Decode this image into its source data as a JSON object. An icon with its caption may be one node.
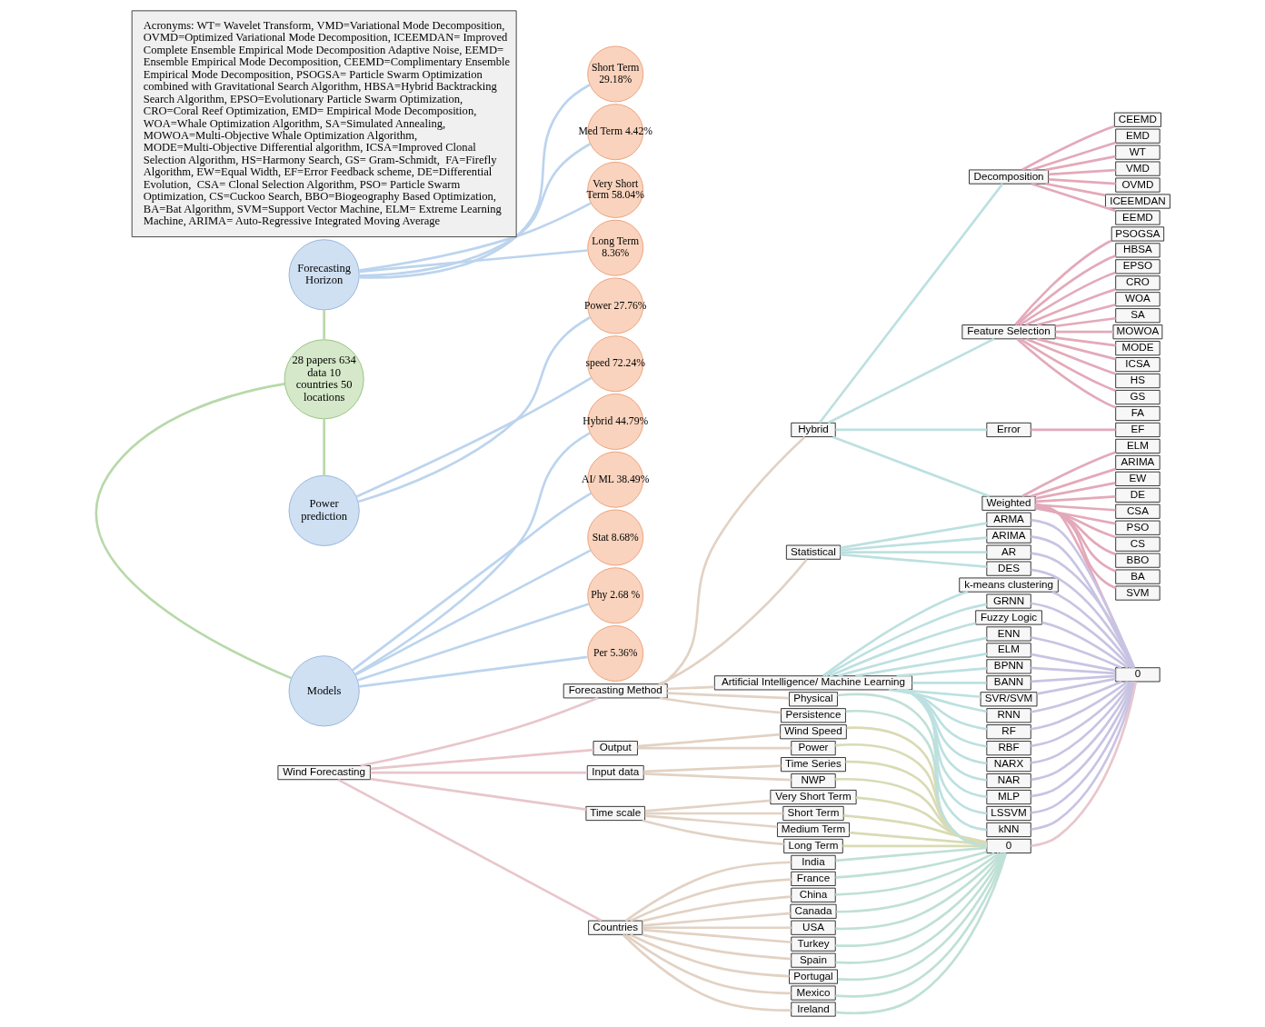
{
  "diagram": {
    "nodes": [
      {
        "text": [
          "Wind Forecasting"
        ]
      },
      {
        "text": [
          "Output"
        ]
      },
      {
        "text": [
          "Input data"
        ]
      },
      {
        "text": [
          "Time scale"
        ]
      },
      {
        "text": [
          "Countries"
        ]
      },
      {
        "text": [
          "Forecasting Method"
        ]
      },
      {
        "text": [
          "Wind Speed"
        ]
      },
      {
        "text": [
          "Power"
        ]
      },
      {
        "text": [
          "Time Series"
        ]
      },
      {
        "text": [
          "NWP"
        ]
      },
      {
        "text": [
          "Very Short Term"
        ]
      },
      {
        "text": [
          "Statistical"
        ]
      },
      {
        "text": [
          "Short Term"
        ]
      },
      {
        "text": [
          "Medium Term"
        ]
      },
      {
        "text": [
          "Long Term"
        ]
      },
      {
        "text": [
          "Hybrid"
        ]
      },
      {
        "text": [
          "Physical"
        ]
      },
      {
        "text": [
          "Persistence"
        ]
      },
      {
        "text": [
          "USA"
        ]
      },
      {
        "text": [
          "Turkey"
        ]
      },
      {
        "text": [
          "Spain"
        ]
      },
      {
        "text": [
          "Portugal"
        ]
      },
      {
        "text": [
          "Mexico"
        ]
      },
      {
        "text": [
          "Ireland"
        ]
      },
      {
        "text": [
          "India"
        ]
      },
      {
        "text": [
          "France"
        ]
      },
      {
        "text": [
          "China"
        ]
      },
      {
        "text": [
          "Canada"
        ]
      },
      {
        "text": [
          "Artificial Intelligence/ Machine Learning"
        ]
      },
      {
        "text": [
          "Decomposition"
        ]
      },
      {
        "text": [
          "Feature Selection"
        ]
      },
      {
        "text": [
          "Error"
        ]
      },
      {
        "text": [
          "Weighted"
        ]
      },
      {
        "text": [
          "DES"
        ]
      },
      {
        "text": [
          "ARMA"
        ]
      },
      {
        "text": [
          "ARIMA"
        ]
      },
      {
        "text": [
          "AR"
        ]
      },
      {
        "text": [
          "SVR/SVM"
        ]
      },
      {
        "text": [
          "RNN"
        ]
      },
      {
        "text": [
          "RF"
        ]
      },
      {
        "text": [
          "RBF"
        ]
      },
      {
        "text": [
          "NARX"
        ]
      },
      {
        "text": [
          "NAR"
        ]
      },
      {
        "text": [
          "MLP"
        ]
      },
      {
        "text": [
          "LSSVM"
        ]
      },
      {
        "text": [
          "kNN"
        ]
      },
      {
        "text": [
          "k-means clustering"
        ]
      },
      {
        "text": [
          "GRNN"
        ]
      },
      {
        "text": [
          "Fuzzy Logic"
        ]
      },
      {
        "text": [
          "ENN"
        ]
      },
      {
        "text": [
          "ELM"
        ]
      },
      {
        "text": [
          "BPNN"
        ]
      },
      {
        "text": [
          "BANN"
        ]
      },
      {
        "text": [
          "0"
        ]
      },
      {
        "text": [
          "WT"
        ]
      },
      {
        "text": [
          "VMD"
        ]
      },
      {
        "text": [
          "OVMD"
        ]
      },
      {
        "text": [
          "ICEEMDAN"
        ]
      },
      {
        "text": [
          "EEMD"
        ]
      },
      {
        "text": [
          "CEEMD"
        ]
      },
      {
        "text": [
          "PSOGSA"
        ]
      },
      {
        "text": [
          "HBSA"
        ]
      },
      {
        "text": [
          "EPSO"
        ]
      },
      {
        "text": [
          "CRO"
        ]
      },
      {
        "text": [
          "EMD"
        ]
      },
      {
        "text": [
          "WOA"
        ]
      },
      {
        "text": [
          "SA"
        ]
      },
      {
        "text": [
          "MOWOA"
        ]
      },
      {
        "text": [
          "MODE"
        ]
      },
      {
        "text": [
          "ICSA"
        ]
      },
      {
        "text": [
          "HS"
        ]
      },
      {
        "text": [
          "GS"
        ]
      },
      {
        "text": [
          "FA"
        ]
      },
      {
        "text": [
          "EW"
        ]
      },
      {
        "text": [
          "EF"
        ]
      },
      {
        "text": [
          "DE"
        ]
      },
      {
        "text": [
          "CSA"
        ]
      },
      {
        "text": [
          "PSO"
        ]
      },
      {
        "text": [
          "CS"
        ]
      },
      {
        "text": [
          "BBO"
        ]
      },
      {
        "text": [
          "BA"
        ]
      },
      {
        "text": [
          "SVM"
        ]
      },
      {
        "text": [
          "ELM"
        ]
      },
      {
        "text": [
          "ARIMA"
        ]
      },
      {
        "text": [
          "0"
        ]
      },
      {
        "text": [
          "Short Term 29.18%"
        ]
      },
      {
        "text": [
          "Med Term 4.42%"
        ]
      },
      {
        "text": [
          "Very Short Term 58.04%"
        ]
      },
      {
        "text": [
          "Long Term 8.36%"
        ]
      },
      {
        "text": [
          "Forecasting Horizon"
        ]
      },
      {
        "text": [
          "Hybrid 44.79%"
        ]
      },
      {
        "text": [
          "28 papers 634 data 10 countries 50 locations"
        ]
      },
      {
        "text": [
          "AI/ ML 38.49%"
        ]
      },
      {
        "text": [
          "Power prediction"
        ]
      },
      {
        "text": [
          "Power 27.76%"
        ]
      },
      {
        "text": [
          "Models"
        ]
      },
      {
        "text": [
          "Stat 8.68%"
        ]
      },
      {
        "text": [
          "speed 72.24%"
        ]
      },
      {
        "text": [
          "Phy 2.68 %"
        ]
      },
      {
        "text": [
          "Per 5.36%"
        ]
      }
    ],
    "edges": [
      {
        "from": 0,
        "to": 1,
        "arrow": "none",
        "color": "#e8c6cb"
      },
      {
        "from": 0,
        "to": 2,
        "arrow": "none",
        "color": "#e8c6cb"
      },
      {
        "from": 0,
        "to": 3,
        "arrow": "none",
        "color": "#e8c6cb"
      },
      {
        "from": 0,
        "to": 4,
        "arrow": "none",
        "color": "#e8c6cb"
      },
      {
        "from": 0,
        "to": 5,
        "arrow": "none",
        "color": "#e8c6cb"
      },
      {
        "from": 1,
        "to": 6,
        "arrow": "none",
        "color": "#e2d2c4"
      },
      {
        "from": 1,
        "to": 7,
        "arrow": "none",
        "color": "#e2d2c4"
      },
      {
        "from": 2,
        "to": 8,
        "arrow": "none",
        "color": "#e2d2c4"
      },
      {
        "from": 2,
        "to": 9,
        "arrow": "none",
        "color": "#e2d2c4"
      },
      {
        "from": 3,
        "to": 10,
        "arrow": "none",
        "color": "#e2d2c4"
      },
      {
        "from": 3,
        "to": 12,
        "arrow": "none",
        "color": "#e2d2c4"
      },
      {
        "from": 3,
        "to": 13,
        "arrow": "none",
        "color": "#e2d2c4"
      },
      {
        "from": 3,
        "to": 14,
        "arrow": "none",
        "color": "#e2d2c4"
      },
      {
        "from": 5,
        "to": 11,
        "arrow": "none",
        "color": "#e2d2c4"
      },
      {
        "from": 5,
        "to": 15,
        "arrow": "none",
        "color": "#e2d2c4"
      },
      {
        "from": 5,
        "to": 16,
        "arrow": "none",
        "color": "#e2d2c4"
      },
      {
        "from": 5,
        "to": 17,
        "arrow": "none",
        "color": "#e2d2c4"
      },
      {
        "from": 4,
        "to": 18,
        "arrow": "none",
        "color": "#e2d2c4"
      },
      {
        "from": 4,
        "to": 19,
        "arrow": "none",
        "color": "#e2d2c4"
      },
      {
        "from": 4,
        "to": 20,
        "arrow": "none",
        "color": "#e2d2c4"
      },
      {
        "from": 4,
        "to": 21,
        "arrow": "none",
        "color": "#e2d2c4"
      },
      {
        "from": 4,
        "to": 22,
        "arrow": "none",
        "color": "#e2d2c4"
      },
      {
        "from": 4,
        "to": 23,
        "arrow": "none",
        "color": "#e2d2c4"
      },
      {
        "from": 4,
        "to": 24,
        "arrow": "none",
        "color": "#e2d2c4"
      },
      {
        "from": 4,
        "to": 25,
        "arrow": "none",
        "color": "#e2d2c4"
      },
      {
        "from": 4,
        "to": 26,
        "arrow": "none",
        "color": "#e2d2c4"
      },
      {
        "from": 4,
        "to": 27,
        "arrow": "none",
        "color": "#e2d2c4"
      },
      {
        "from": 5,
        "to": 28,
        "arrow": "none",
        "color": "#e2d2c4"
      },
      {
        "from": 6,
        "to": 53,
        "arrow": "none",
        "color": "#d9dbb4"
      },
      {
        "from": 7,
        "to": 53,
        "arrow": "none",
        "color": "#d9dbb4"
      },
      {
        "from": 8,
        "to": 53,
        "arrow": "none",
        "color": "#d9dbb4"
      },
      {
        "from": 9,
        "to": 53,
        "arrow": "none",
        "color": "#d9dbb4"
      },
      {
        "from": 10,
        "to": 53,
        "arrow": "none",
        "color": "#d9dbb4"
      },
      {
        "from": 12,
        "to": 53,
        "arrow": "none",
        "color": "#d9dbb4"
      },
      {
        "from": 13,
        "to": 53,
        "arrow": "none",
        "color": "#d9dbb4"
      },
      {
        "from": 14,
        "to": 53,
        "arrow": "none",
        "color": "#d9dbb4"
      },
      {
        "from": 16,
        "to": 53,
        "arrow": "none",
        "color": "#bfe0d6"
      },
      {
        "from": 17,
        "to": 53,
        "arrow": "none",
        "color": "#bfe0d6"
      },
      {
        "from": 18,
        "to": 53,
        "arrow": "none",
        "color": "#bfe0d6"
      },
      {
        "from": 19,
        "to": 53,
        "arrow": "none",
        "color": "#bfe0d6"
      },
      {
        "from": 20,
        "to": 53,
        "arrow": "none",
        "color": "#bfe0d6"
      },
      {
        "from": 21,
        "to": 53,
        "arrow": "none",
        "color": "#bfe0d6"
      },
      {
        "from": 22,
        "to": 53,
        "arrow": "none",
        "color": "#bfe0d6"
      },
      {
        "from": 23,
        "to": 53,
        "arrow": "none",
        "color": "#bfe0d6"
      },
      {
        "from": 24,
        "to": 53,
        "arrow": "none",
        "color": "#bfe0d6"
      },
      {
        "from": 25,
        "to": 53,
        "arrow": "none",
        "color": "#bfe0d6"
      },
      {
        "from": 26,
        "to": 53,
        "arrow": "none",
        "color": "#bfe0d6"
      },
      {
        "from": 27,
        "to": 53,
        "arrow": "none",
        "color": "#bfe0d6"
      },
      {
        "from": 15,
        "to": 29,
        "arrow": "none",
        "color": "#bde0e0"
      },
      {
        "from": 15,
        "to": 30,
        "arrow": "none",
        "color": "#bde0e0"
      },
      {
        "from": 15,
        "to": 31,
        "arrow": "none",
        "color": "#bde0e0"
      },
      {
        "from": 15,
        "to": 32,
        "arrow": "none",
        "color": "#bde0e0"
      },
      {
        "from": 11,
        "to": 33,
        "arrow": "none",
        "color": "#bde0e0"
      },
      {
        "from": 11,
        "to": 34,
        "arrow": "none",
        "color": "#bde0e0"
      },
      {
        "from": 11,
        "to": 35,
        "arrow": "none",
        "color": "#bde0e0"
      },
      {
        "from": 11,
        "to": 36,
        "arrow": "none",
        "color": "#bde0e0"
      },
      {
        "from": 28,
        "to": 37,
        "arrow": "none",
        "color": "#bde0e0"
      },
      {
        "from": 28,
        "to": 38,
        "arrow": "none",
        "color": "#bde0e0"
      },
      {
        "from": 28,
        "to": 39,
        "arrow": "none",
        "color": "#bde0e0"
      },
      {
        "from": 28,
        "to": 40,
        "arrow": "none",
        "color": "#bde0e0"
      },
      {
        "from": 28,
        "to": 41,
        "arrow": "none",
        "color": "#bde0e0"
      },
      {
        "from": 28,
        "to": 42,
        "arrow": "none",
        "color": "#bde0e0"
      },
      {
        "from": 28,
        "to": 43,
        "arrow": "none",
        "color": "#bde0e0"
      },
      {
        "from": 28,
        "to": 44,
        "arrow": "none",
        "color": "#bde0e0"
      },
      {
        "from": 28,
        "to": 45,
        "arrow": "none",
        "color": "#bde0e0"
      },
      {
        "from": 28,
        "to": 46,
        "arrow": "none",
        "color": "#bde0e0"
      },
      {
        "from": 28,
        "to": 47,
        "arrow": "none",
        "color": "#bde0e0"
      },
      {
        "from": 28,
        "to": 48,
        "arrow": "none",
        "color": "#bde0e0"
      },
      {
        "from": 28,
        "to": 49,
        "arrow": "none",
        "color": "#bde0e0"
      },
      {
        "from": 28,
        "to": 50,
        "arrow": "none",
        "color": "#bde0e0"
      },
      {
        "from": 28,
        "to": 51,
        "arrow": "none",
        "color": "#bde0e0"
      },
      {
        "from": 28,
        "to": 52,
        "arrow": "none",
        "color": "#bde0e0"
      },
      {
        "from": 29,
        "to": 54,
        "arrow": "none",
        "color": "#e3a9ba"
      },
      {
        "from": 29,
        "to": 55,
        "arrow": "none",
        "color": "#e3a9ba"
      },
      {
        "from": 29,
        "to": 56,
        "arrow": "none",
        "color": "#e3a9ba"
      },
      {
        "from": 29,
        "to": 57,
        "arrow": "none",
        "color": "#e3a9ba"
      },
      {
        "from": 29,
        "to": 58,
        "arrow": "none",
        "color": "#e3a9ba"
      },
      {
        "from": 29,
        "to": 59,
        "arrow": "none",
        "color": "#e3a9ba"
      },
      {
        "from": 29,
        "to": 64,
        "arrow": "none",
        "color": "#e3a9ba"
      },
      {
        "from": 30,
        "to": 60,
        "arrow": "none",
        "color": "#e3a9ba"
      },
      {
        "from": 30,
        "to": 61,
        "arrow": "none",
        "color": "#e3a9ba"
      },
      {
        "from": 30,
        "to": 62,
        "arrow": "none",
        "color": "#e3a9ba"
      },
      {
        "from": 30,
        "to": 63,
        "arrow": "none",
        "color": "#e3a9ba"
      },
      {
        "from": 30,
        "to": 65,
        "arrow": "none",
        "color": "#e3a9ba"
      },
      {
        "from": 30,
        "to": 66,
        "arrow": "none",
        "color": "#e3a9ba"
      },
      {
        "from": 30,
        "to": 67,
        "arrow": "none",
        "color": "#e3a9ba"
      },
      {
        "from": 30,
        "to": 68,
        "arrow": "none",
        "color": "#e3a9ba"
      },
      {
        "from": 30,
        "to": 69,
        "arrow": "none",
        "color": "#e3a9ba"
      },
      {
        "from": 30,
        "to": 70,
        "arrow": "none",
        "color": "#e3a9ba"
      },
      {
        "from": 30,
        "to": 71,
        "arrow": "none",
        "color": "#e3a9ba"
      },
      {
        "from": 30,
        "to": 72,
        "arrow": "none",
        "color": "#e3a9ba"
      },
      {
        "from": 31,
        "to": 74,
        "arrow": "none",
        "color": "#e3a9ba"
      },
      {
        "from": 32,
        "to": 73,
        "arrow": "none",
        "color": "#e3a9ba"
      },
      {
        "from": 32,
        "to": 75,
        "arrow": "none",
        "color": "#e3a9ba"
      },
      {
        "from": 32,
        "to": 76,
        "arrow": "none",
        "color": "#e3a9ba"
      },
      {
        "from": 32,
        "to": 77,
        "arrow": "none",
        "color": "#e3a9ba"
      },
      {
        "from": 32,
        "to": 78,
        "arrow": "none",
        "color": "#e3a9ba"
      },
      {
        "from": 32,
        "to": 79,
        "arrow": "none",
        "color": "#e3a9ba"
      },
      {
        "from": 32,
        "to": 80,
        "arrow": "none",
        "color": "#e3a9ba"
      },
      {
        "from": 32,
        "to": 81,
        "arrow": "none",
        "color": "#e3a9ba"
      },
      {
        "from": 32,
        "to": 82,
        "arrow": "none",
        "color": "#e3a9ba"
      },
      {
        "from": 32,
        "to": 83,
        "arrow": "none",
        "color": "#e3a9ba"
      },
      {
        "from": 32,
        "to": 84,
        "arrow": "none",
        "color": "#e3a9ba"
      },
      {
        "from": 33,
        "to": 84,
        "arrow": "none",
        "color": "#c9c3e3"
      },
      {
        "from": 34,
        "to": 84,
        "arrow": "none",
        "color": "#c9c3e3"
      },
      {
        "from": 35,
        "to": 84,
        "arrow": "none",
        "color": "#c9c3e3"
      },
      {
        "from": 36,
        "to": 84,
        "arrow": "none",
        "color": "#c9c3e3"
      },
      {
        "from": 37,
        "to": 84,
        "arrow": "none",
        "color": "#c9c3e3"
      },
      {
        "from": 38,
        "to": 84,
        "arrow": "none",
        "color": "#c9c3e3"
      },
      {
        "from": 39,
        "to": 84,
        "arrow": "none",
        "color": "#c9c3e3"
      },
      {
        "from": 40,
        "to": 84,
        "arrow": "none",
        "color": "#c9c3e3"
      },
      {
        "from": 41,
        "to": 84,
        "arrow": "none",
        "color": "#c9c3e3"
      },
      {
        "from": 42,
        "to": 84,
        "arrow": "none",
        "color": "#c9c3e3"
      },
      {
        "from": 43,
        "to": 84,
        "arrow": "none",
        "color": "#c9c3e3"
      },
      {
        "from": 44,
        "to": 84,
        "arrow": "none",
        "color": "#c9c3e3"
      },
      {
        "from": 45,
        "to": 84,
        "arrow": "none",
        "color": "#c9c3e3"
      },
      {
        "from": 46,
        "to": 84,
        "arrow": "none",
        "color": "#c9c3e3"
      },
      {
        "from": 47,
        "to": 84,
        "arrow": "none",
        "color": "#c9c3e3"
      },
      {
        "from": 48,
        "to": 84,
        "arrow": "none",
        "color": "#c9c3e3"
      },
      {
        "from": 49,
        "to": 84,
        "arrow": "none",
        "color": "#c9c3e3"
      },
      {
        "from": 50,
        "to": 84,
        "arrow": "none",
        "color": "#c9c3e3"
      },
      {
        "from": 51,
        "to": 84,
        "arrow": "none",
        "color": "#c9c3e3"
      },
      {
        "from": 52,
        "to": 84,
        "arrow": "none",
        "color": "#c9c3e3"
      },
      {
        "from": 53,
        "to": 84,
        "arrow": "none",
        "color": "#e8c6cb"
      },
      {
        "from": 91,
        "to": 89,
        "arrow": "none",
        "color": "#b7d9a9"
      },
      {
        "from": 91,
        "to": 95,
        "arrow": "none",
        "color": "#b7d9a9"
      },
      {
        "from": 91,
        "to": 93,
        "arrow": "none",
        "color": "#b7d9a9"
      },
      {
        "from": 89,
        "to": 87,
        "arrow": "none",
        "color": "#bcd4ee"
      },
      {
        "from": 89,
        "to": 85,
        "arrow": "none",
        "color": "#bcd4ee"
      },
      {
        "from": 89,
        "to": 86,
        "arrow": "none",
        "color": "#bcd4ee"
      },
      {
        "from": 89,
        "to": 88,
        "arrow": "none",
        "color": "#bcd4ee"
      },
      {
        "from": 95,
        "to": 90,
        "arrow": "none",
        "color": "#bcd4ee"
      },
      {
        "from": 95,
        "to": 92,
        "arrow": "none",
        "color": "#bcd4ee"
      },
      {
        "from": 95,
        "to": 96,
        "arrow": "none",
        "color": "#bcd4ee"
      },
      {
        "from": 95,
        "to": 98,
        "arrow": "none",
        "color": "#bcd4ee"
      },
      {
        "from": 95,
        "to": 99,
        "arrow": "none",
        "color": "#bcd4ee"
      },
      {
        "from": 93,
        "to": 94,
        "arrow": "none",
        "color": "#bcd4ee"
      },
      {
        "from": 93,
        "to": 97,
        "arrow": "none",
        "color": "#bcd4ee"
      }
    ],
    "labels": [
      "Acronyms: WT= Wavelet Transform, VMD=Variational Mode Decomposition, OVMD=Optimized Variational Mode Decomposition, ICEEMDAN= Improved Complete Ensemble Empirical Mode Decomposition Adaptive Noise, EEMD= Ensemble Empirical Mode Decomposition, CEEMD=Complimentary Ensemble Empirical Mode Decomposition, PSOGSA= Particle Swarm Optimization combined with Gravitational Search Algorithm, HBSA=Hybrid Backtracking Search Algorithm, EPSO=Evolutionary Particle Swarm Optimization, CRO=Coral Reef Optimization, EMD= Empirical Mode Decomposition, WOA=Whale Optimization Algorithm, SA=Simulated Annealing, MOWOA=Multi-Objective Whale Optimization Algorithm, MODE=Multi-Objective Differential algorithm, ICSA=Improved Clonal Selection Algorithm, HS=Harmony Search, GS= Gram-Schmidt,  FA=Firefly Algorithm, EW=Equal Width, EF=Error Feedback scheme, DE=Differential Evolution,  CSA= Clonal Selection Algorithm, PSO= Particle Swarm Optimization, CS=Cuckoo Search, BBO=Biogeography Based Optimization, BA=Bat Algorithm, SVM=Support Vector Machine, ELM= Extreme Learning Machine, ARIMA= Auto-Regressive Integrated Moving Average"
    ]
  }
}
